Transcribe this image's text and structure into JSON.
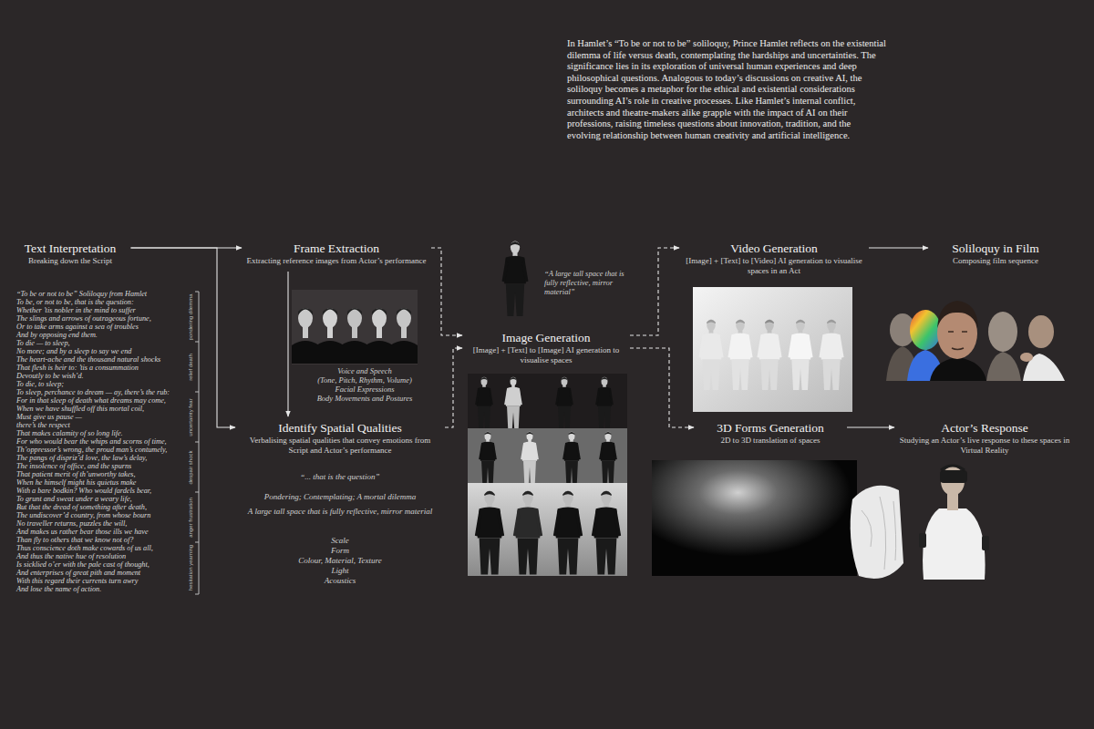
{
  "diagram": {
    "nodes": [
      {
        "text": [
          "Text Interpretation",
          "Breaking down the Script"
        ]
      },
      {
        "text": [
          "Frame Extraction",
          "Extracting reference images from Actor’s performance"
        ]
      },
      {
        "text": [
          "Identify Spatial Qualities",
          "Verbalising spatial qualities that convey emotions from Script and Actor’s performance"
        ]
      },
      {
        "text": [
          "Image Generation",
          "[Image] + [Text] to [Image] AI generation to visualise spaces"
        ]
      },
      {
        "text": [
          "Video Generation",
          "[Image] + [Text] to [Video] AI generation to visualise spaces in an Act"
        ]
      },
      {
        "text": [
          "Soliloquy in Film",
          "Composing film sequence"
        ]
      },
      {
        "text": [
          "3D Forms Generation",
          "2D to 3D translation of spaces"
        ]
      },
      {
        "text": [
          "Actor’s Response",
          "Studying an Actor’s live response to these spaces in Virtual Reality"
        ]
      }
    ],
    "edges": [
      {
        "from": 0,
        "to": 1,
        "arrow": "to"
      },
      {
        "from": 0,
        "to": 2,
        "arrow": "to"
      },
      {
        "from": 1,
        "to": 2,
        "arrow": "to"
      },
      {
        "from": 1,
        "to": 3,
        "arrow": "to"
      },
      {
        "from": 2,
        "to": 3,
        "arrow": "to"
      },
      {
        "from": 3,
        "to": 4,
        "arrow": "to"
      },
      {
        "from": 3,
        "to": 6,
        "arrow": "to"
      },
      {
        "from": 4,
        "to": 5,
        "arrow": "to"
      },
      {
        "from": 6,
        "to": 7,
        "arrow": "to"
      }
    ],
    "labels": [
      "In Hamlet’s “To be or not to be” soliloquy, Prince Hamlet reflects on the existential dilemma of life versus death, contemplating the hardships and uncertainties. The significance lies in its exploration of universal human experiences and deep philosophical questions. Analogous to today’s discussions on creative AI, the soliloquy becomes a metaphor for the ethical and existential considerations surrounding AI’s role in creative processes. Like Hamlet’s internal conflict, architects and theatre-makers alike grapple with the impact of AI on their professions, raising timeless questions about innovation, tradition, and the evolving relationship between human creativity and artificial intelligence.",
      "“To be or not to be” Soliloquy from Hamlet",
      "To be, or not to be, that is the question:",
      "Whether ’tis nobler in the mind to suffer",
      "The slings and arrows of outrageous fortune,",
      "Or to take arms against a sea of troubles",
      "And by opposing end them.",
      "To die — to sleep,",
      "No more; and by a sleep to say we end",
      "The heart-ache and the thousand natural shocks",
      "That flesh is heir to: ’tis a consummation",
      "Devoutly to be wish’d.",
      "To die, to sleep;",
      "To sleep, perchance to dream — ay, there’s the rub:",
      "For in that sleep of death what dreams may come,",
      "When we have shuffled off this mortal coil,",
      "Must give us pause —",
      "there’s the respect",
      "That makes calamity of so long life.",
      "For who would bear the whips and scorns of time,",
      "Th’oppressor’s wrong, the proud man’s contumely,",
      "The pangs of dispriz’d love, the law’s delay,",
      "The insolence of office, and the spurns",
      "That patient merit of th’unworthy takes,",
      "When he himself might his quietus make",
      "With a bare bodkin? Who would fardels bear,",
      "To grunt and sweat under a weary life,",
      "But that the dread of something after death,",
      "The undiscover’d country, from whose bourn",
      "No traveller returns, puzzles the will,",
      "And makes us rather bear those ills we have",
      "Than fly to others that we know not of?",
      "Thus conscience doth make cowards of us all,",
      "And thus the native hue of resolution",
      "Is sicklied o’er with the pale cast of thought,",
      "And enterprises of great pith and moment",
      "With this regard their currents turn awry",
      "And lose the name of action.",
      "pondering dilemma",
      "relief death",
      "uncertainty fear",
      "despair shock",
      "anger frustration",
      "hesitation yearning",
      "Voice and Speech",
      "(Tone, Pitch, Rhythm, Volume)",
      "Facial Expressions",
      "Body Movements and Postures",
      "“... that is the question”",
      "Pondering; Contemplating; A mortal dilemma",
      "A large tall space that is fully reflective, mirror material",
      "Scale",
      "Form",
      "Colour, Material, Texture",
      "Light",
      "Acoustics",
      "“A large tall space that is fully reflective, mirror material”"
    ]
  }
}
